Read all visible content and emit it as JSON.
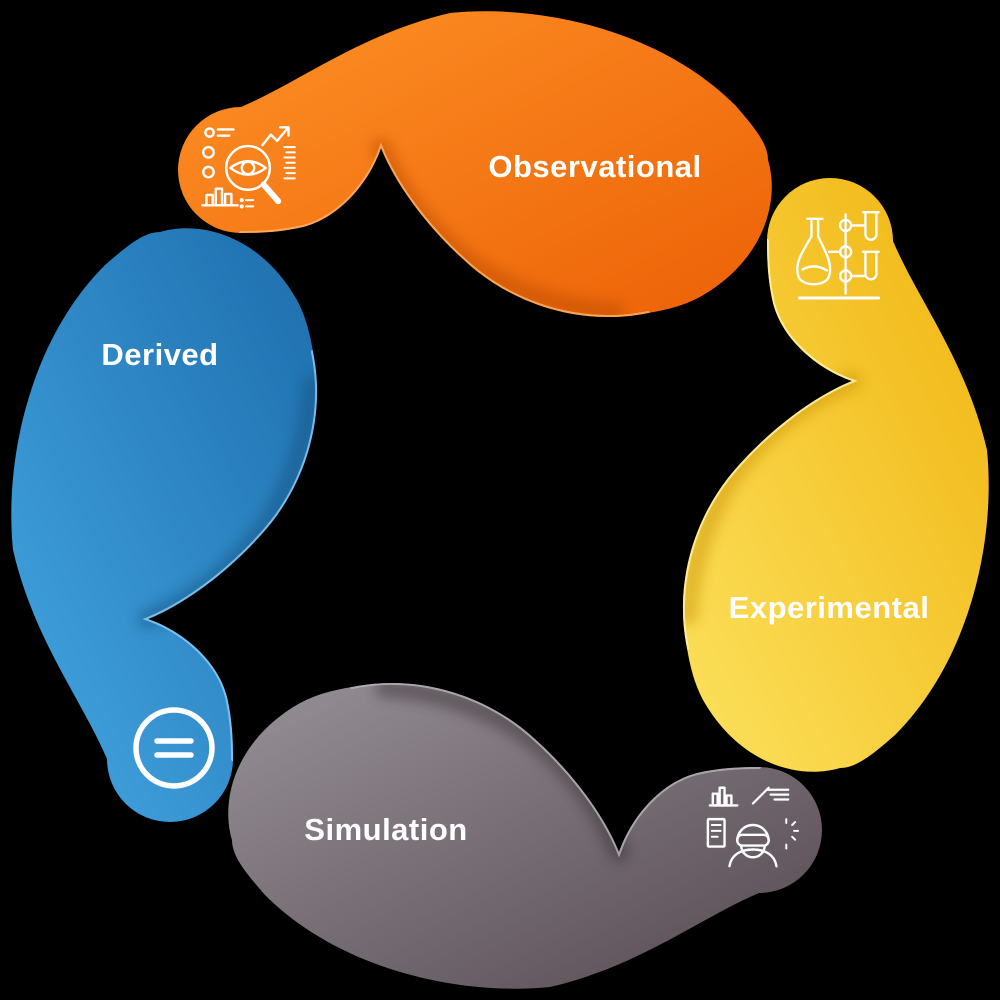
{
  "diagram": {
    "background": "#000000",
    "label_text_color": "#ffffff",
    "icon_stroke_color": "#ffffff",
    "categories": [
      {
        "id": "observational",
        "label": "Observational",
        "position": "top",
        "icon": "observation-analytics-icon",
        "colors": {
          "light": "#fe9127",
          "dark": "#ec6106",
          "crease": "#b84a03",
          "rim": "#ffb066"
        }
      },
      {
        "id": "experimental",
        "label": "Experimental",
        "position": "right",
        "icon": "experiment-flask-icon",
        "colors": {
          "light": "#fce25e",
          "dark": "#f0b30e",
          "crease": "#c98f06",
          "rim": "#fff2a8"
        }
      },
      {
        "id": "simulation",
        "label": "Simulation",
        "position": "bottom",
        "icon": "vr-simulation-icon",
        "colors": {
          "light": "#979097",
          "dark": "#554950",
          "crease": "#362d33",
          "rim": "#b6afb5"
        }
      },
      {
        "id": "derived",
        "label": "Derived",
        "position": "left",
        "icon": "equals-icon",
        "colors": {
          "light": "#44a7e3",
          "dark": "#1d6dac",
          "crease": "#144f7e",
          "rim": "#86ccf2"
        }
      }
    ]
  }
}
